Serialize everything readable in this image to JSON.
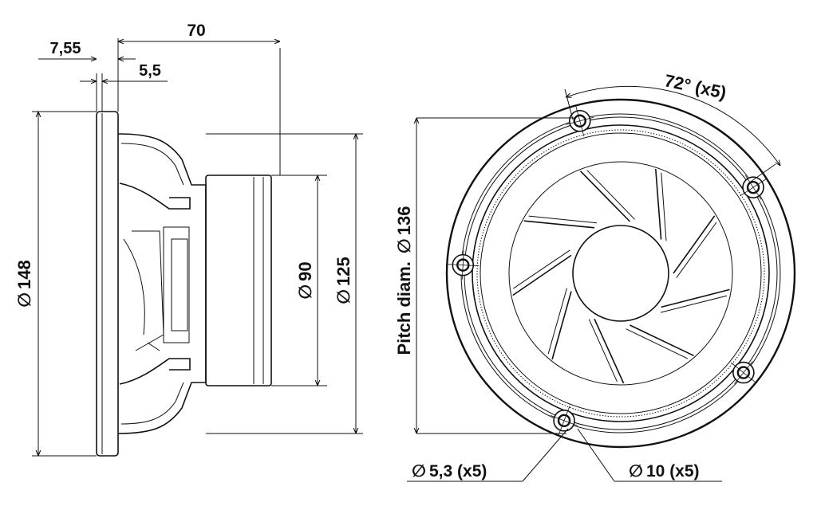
{
  "side_view": {
    "dims": {
      "depth": "70",
      "flange_offset": "7,55",
      "flange_thickness": "5,5",
      "outer_diameter": "148",
      "magnet_diameter": "90",
      "basket_diameter": "125"
    },
    "diameter_symbol": "∅"
  },
  "front_view": {
    "angle_label": "72° (x5)",
    "pitch_label": "Pitch diam.",
    "pitch_value": "136",
    "hole_label": "5,3 (x5)",
    "counterbore_label": "10 (x5)",
    "diameter_symbol": "∅",
    "hole_count": 5
  },
  "colors": {
    "line": "#111111",
    "background": "#ffffff"
  }
}
